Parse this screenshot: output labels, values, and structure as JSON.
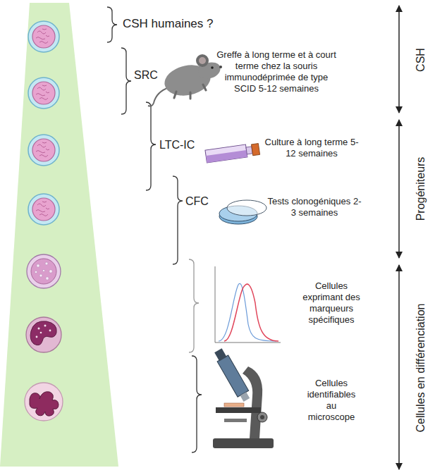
{
  "diagram": {
    "labels": [
      "CSH humaines ?",
      "SRC",
      "Greffe à long terme et à court terme chez la souris immunodéprimée de type SCID 5-12 semaines",
      "LTC-IC",
      "Culture à long terme 5-12 semaines",
      "CFC",
      "Tests clonogéniques 2-3 semaines",
      "Cellules exprimant des marqueurs spécifiques",
      "Cellules identifiables au microscope",
      "CSH",
      "Progéniteurs",
      "Cellules en différenciation"
    ]
  }
}
